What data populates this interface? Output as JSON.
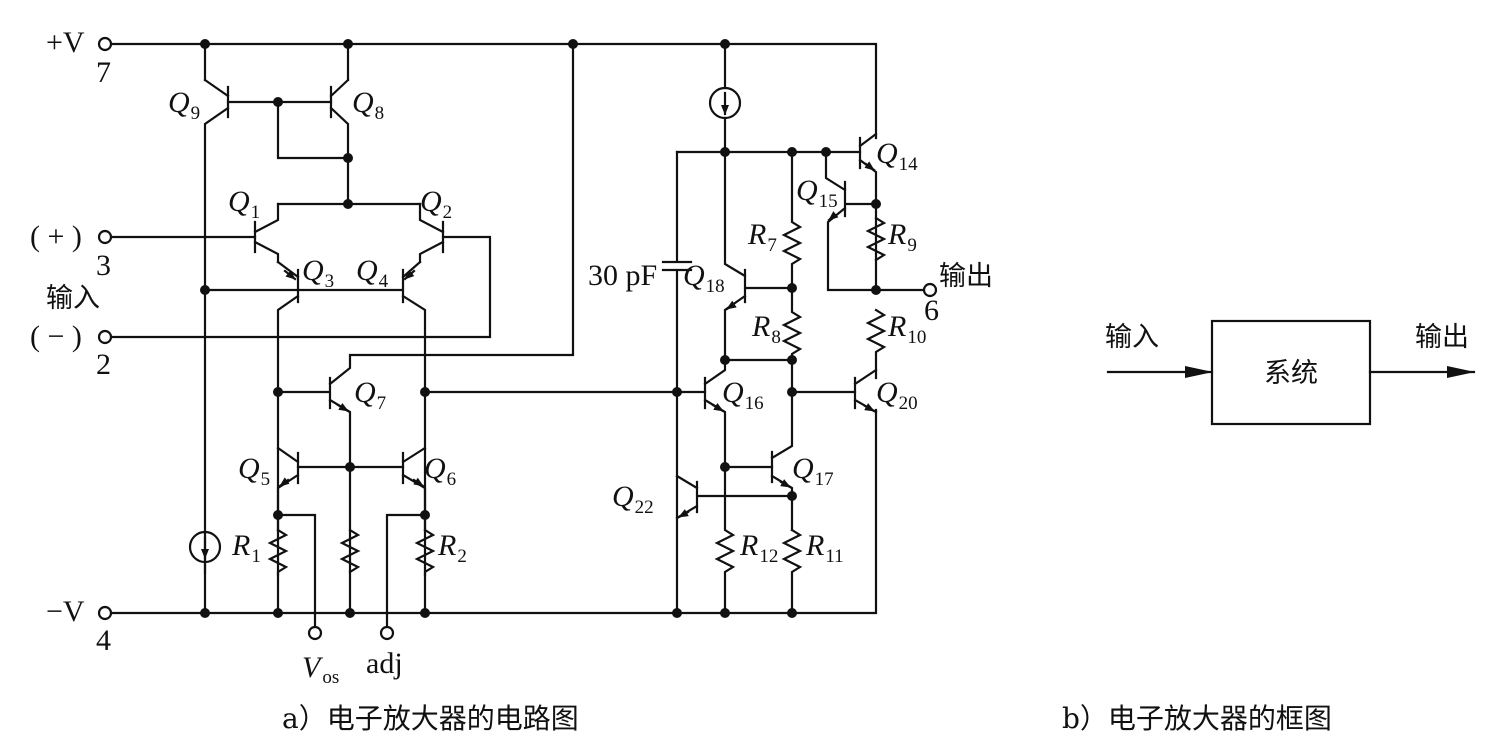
{
  "circuit": {
    "supply_pos": "+V",
    "supply_pos_pin": "7",
    "supply_neg": "−V",
    "supply_neg_pin": "4",
    "input_plus": "( + )",
    "input_plus_pin": "3",
    "input_label": "输入",
    "input_minus": "( − )",
    "input_minus_pin": "2",
    "output_label": "输出",
    "output_pin": "6",
    "capacitor": "30 pF",
    "vos_main": "V",
    "vos_sub": "os",
    "adj": "adj",
    "transistors": [
      {
        "id": "q9",
        "main": "Q",
        "sub": "9"
      },
      {
        "id": "q8",
        "main": "Q",
        "sub": "8"
      },
      {
        "id": "q1",
        "main": "Q",
        "sub": "1"
      },
      {
        "id": "q2",
        "main": "Q",
        "sub": "2"
      },
      {
        "id": "q3",
        "main": "Q",
        "sub": "3"
      },
      {
        "id": "q4",
        "main": "Q",
        "sub": "4"
      },
      {
        "id": "q7",
        "main": "Q",
        "sub": "7"
      },
      {
        "id": "q5",
        "main": "Q",
        "sub": "5"
      },
      {
        "id": "q6",
        "main": "Q",
        "sub": "6"
      },
      {
        "id": "q14",
        "main": "Q",
        "sub": "14"
      },
      {
        "id": "q15",
        "main": "Q",
        "sub": "15"
      },
      {
        "id": "q18",
        "main": "Q",
        "sub": "18"
      },
      {
        "id": "q16",
        "main": "Q",
        "sub": "16"
      },
      {
        "id": "q17",
        "main": "Q",
        "sub": "17"
      },
      {
        "id": "q20",
        "main": "Q",
        "sub": "20"
      },
      {
        "id": "q22",
        "main": "Q",
        "sub": "22"
      }
    ],
    "resistors": [
      {
        "id": "r1",
        "main": "R",
        "sub": "1"
      },
      {
        "id": "r2",
        "main": "R",
        "sub": "2"
      },
      {
        "id": "r7",
        "main": "R",
        "sub": "7"
      },
      {
        "id": "r8",
        "main": "R",
        "sub": "8"
      },
      {
        "id": "r9",
        "main": "R",
        "sub": "9"
      },
      {
        "id": "r10",
        "main": "R",
        "sub": "10"
      },
      {
        "id": "r11",
        "main": "R",
        "sub": "11"
      },
      {
        "id": "r12",
        "main": "R",
        "sub": "12"
      }
    ],
    "caption": "a）电子放大器的电路图"
  },
  "block": {
    "input": "输入",
    "system": "系统",
    "output": "输出",
    "caption": "b）电子放大器的框图"
  }
}
